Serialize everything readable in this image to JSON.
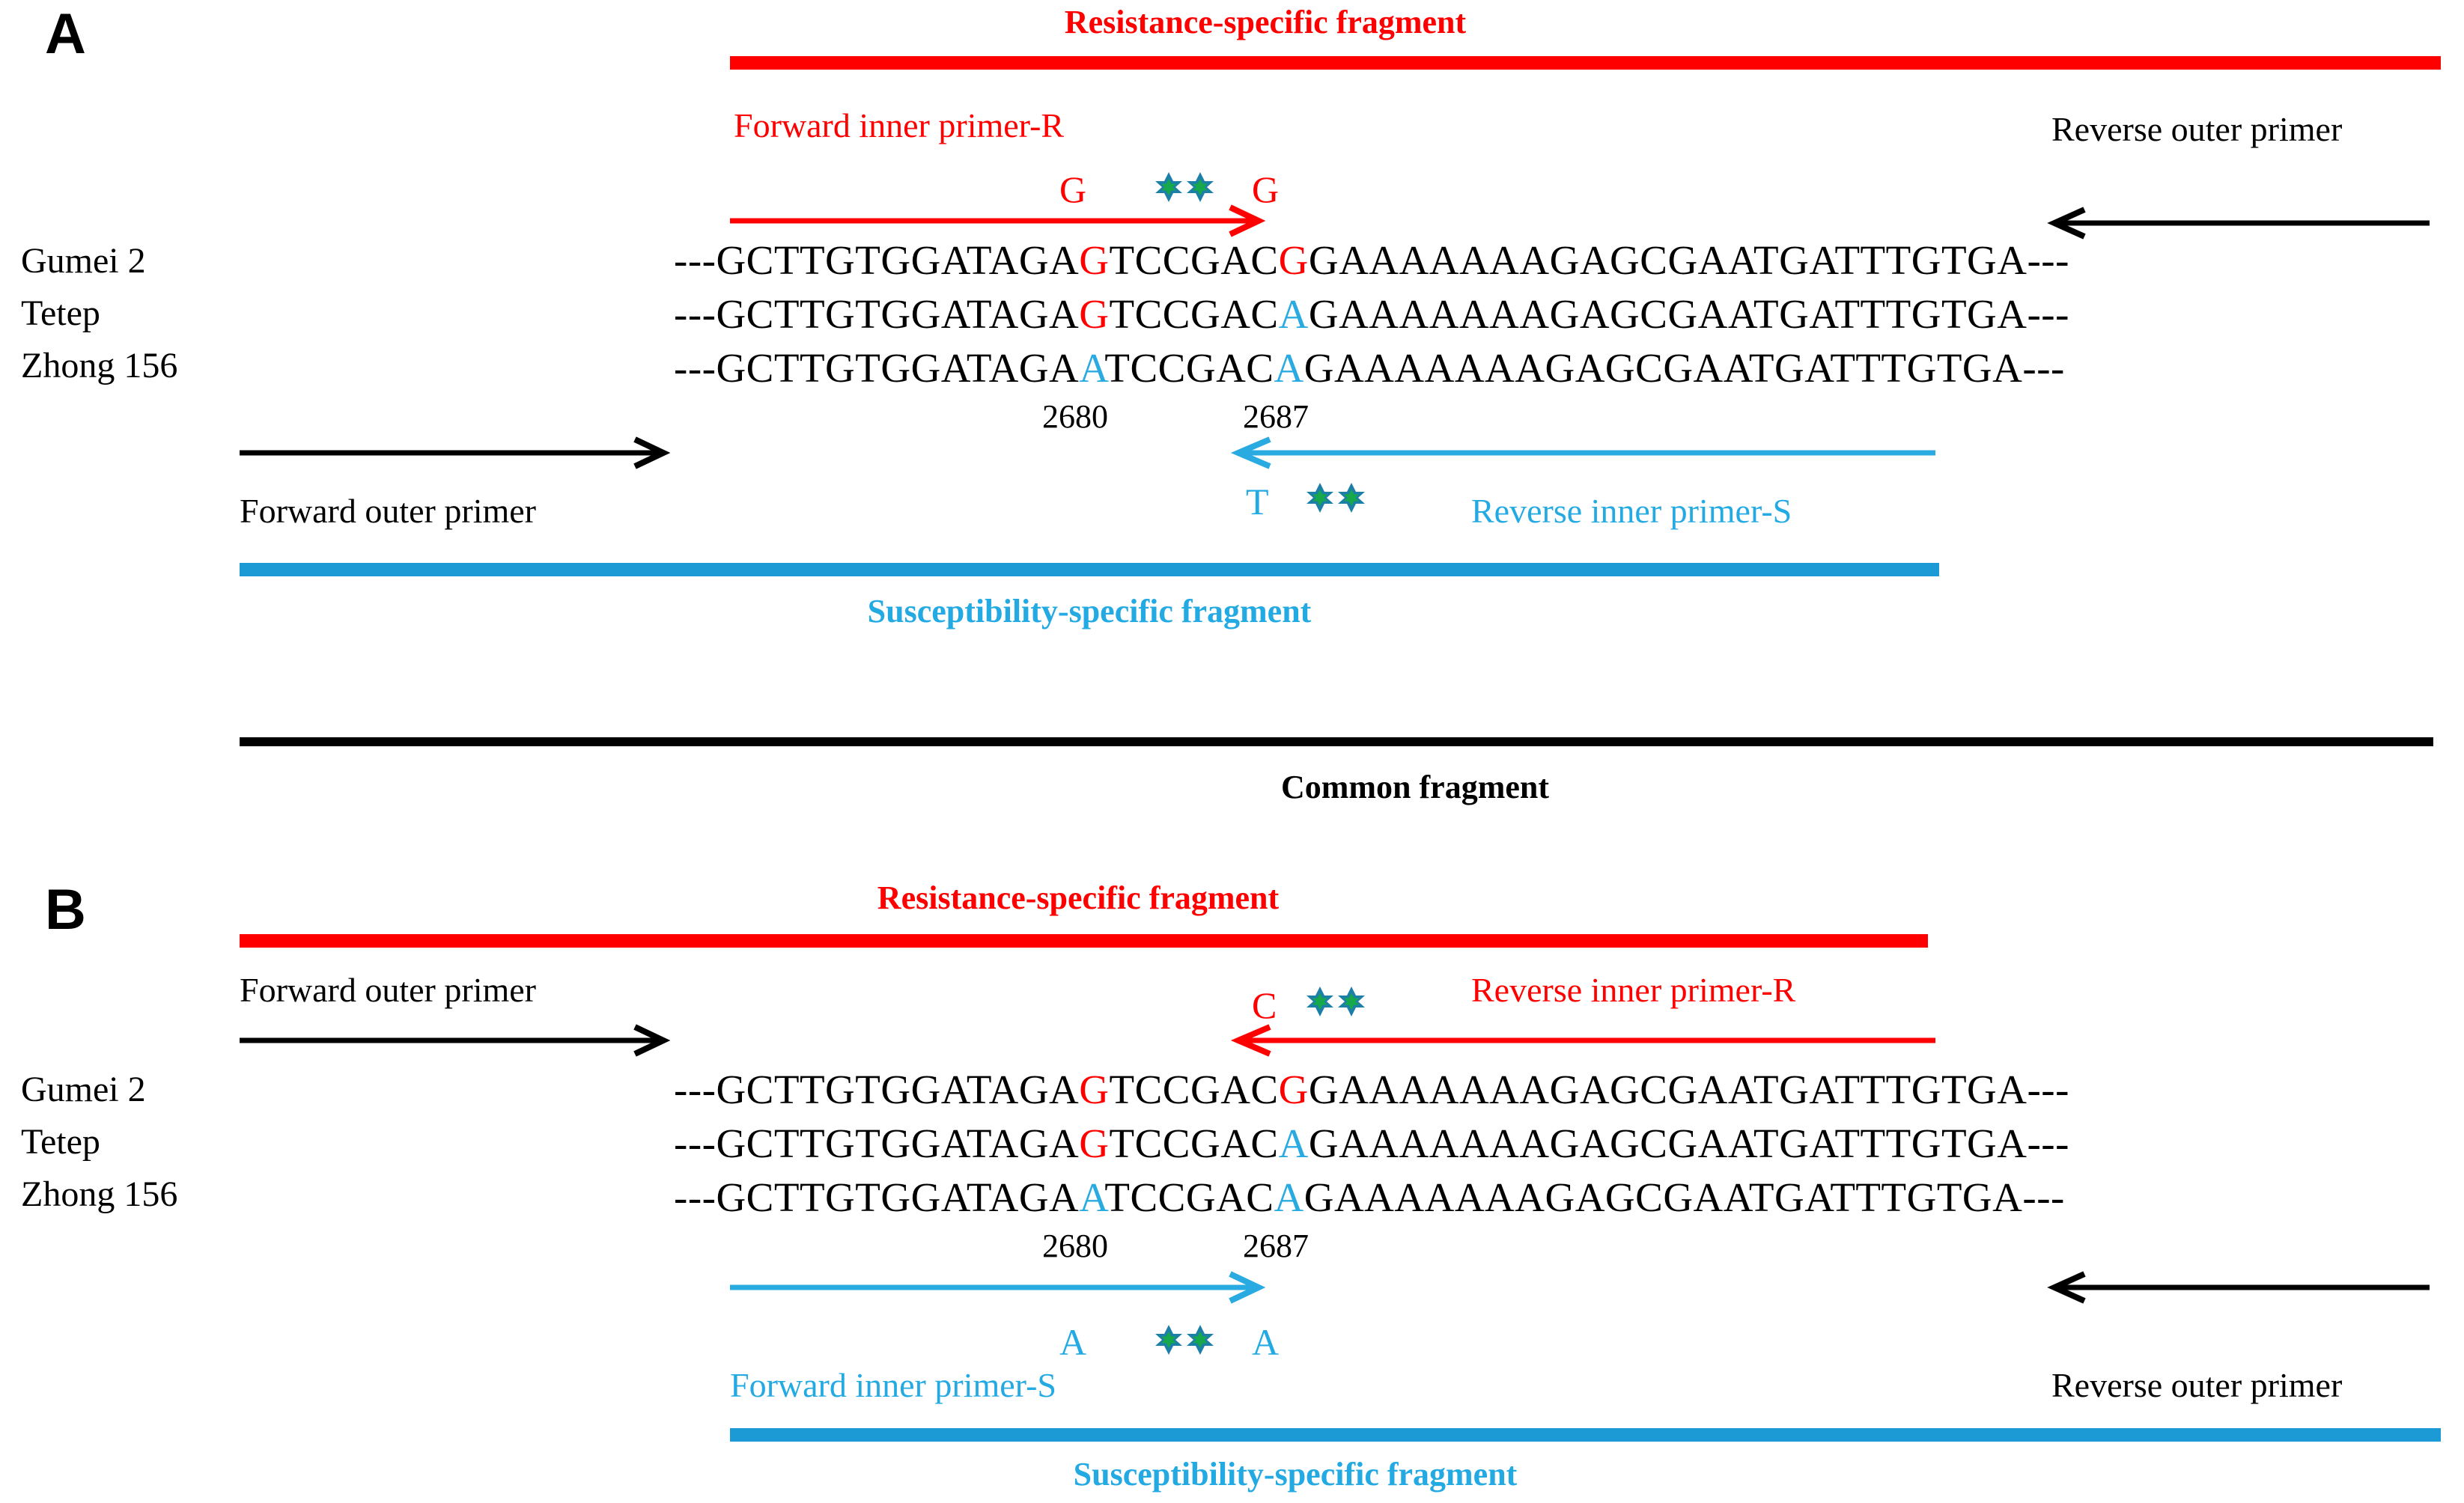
{
  "figure": {
    "type": "diagram",
    "description": "Schematic of allele-specific LAMP primer design at SNP positions 2680 and 2687",
    "colors": {
      "resistance_red": "#FF0000",
      "susceptibility_blue": "#1B9AD6",
      "susceptibility_text_blue": "#24AAE3",
      "common_black": "#000000",
      "star_outer": "#1B7FA8",
      "star_inner": "#16A84B"
    }
  },
  "panels": [
    {
      "letter": "A",
      "top_fragment_label": "Resistance-specific fragment",
      "bottom_fragment_label": "Susceptibility-specific fragment",
      "common_fragment_label": "Common fragment",
      "primers": {
        "forward_inner": "Forward inner primer-R",
        "reverse_outer": "Reverse outer primer",
        "forward_outer": "Forward outer primer",
        "reverse_inner": "Reverse  inner primer-S"
      },
      "mismatch_marks": {
        "top_left_base": "G",
        "top_right_base": "G",
        "bottom_left_base": "T",
        "top_star_count": 2,
        "bottom_star_count": 2
      },
      "alignment": {
        "names": [
          "Gumei 2",
          "Tetep",
          "Zhong 156"
        ],
        "rows": [
          {
            "prefix": "---GCTTGTGGATAGA",
            "snp2680": "G",
            "snp2680_class": "vR",
            "middle": "TCCGAC",
            "snp2687": "G",
            "snp2687_class": "vR",
            "suffix": "GAAAAAAAGAGCGAATGATTTGTGA---"
          },
          {
            "prefix": "---GCTTGTGGATAGA",
            "snp2680": "G",
            "snp2680_class": "vR",
            "middle": "TCCGAC",
            "snp2687": "A",
            "snp2687_class": "vS",
            "suffix": "GAAAAAAAGAGCGAATGATTTGTGA---"
          },
          {
            "prefix": "---GCTTGTGGATAGA",
            "snp2680": "A",
            "snp2680_class": "vS",
            "middle": "TCCGAC",
            "snp2687": "A",
            "snp2687_class": "vS",
            "suffix": "GAAAAAAAGAGCGAATGATTTGTGA---"
          }
        ],
        "coordinates": [
          "2680",
          "2687"
        ]
      }
    },
    {
      "letter": "B",
      "top_fragment_label": "Resistance-specific fragment",
      "bottom_fragment_label": "Susceptibility-specific fragment",
      "primers": {
        "forward_outer": "Forward outer primer",
        "reverse_inner": "Reverse  inner primer-R",
        "forward_inner": "Forward inner primer-S",
        "reverse_outer": "Reverse outer primer"
      },
      "mismatch_marks": {
        "top_left_base": "C",
        "bottom_left_base": "A",
        "bottom_right_base": "A",
        "top_star_count": 2,
        "bottom_star_count": 2
      },
      "alignment": {
        "names": [
          "Gumei 2",
          "Tetep",
          "Zhong 156"
        ],
        "rows": [
          {
            "prefix": "---GCTTGTGGATAGA",
            "snp2680": "G",
            "snp2680_class": "vR",
            "middle": "TCCGAC",
            "snp2687": "G",
            "snp2687_class": "vR",
            "suffix": "GAAAAAAAGAGCGAATGATTTGTGA---"
          },
          {
            "prefix": "---GCTTGTGGATAGA",
            "snp2680": "G",
            "snp2680_class": "vR",
            "middle": "TCCGAC",
            "snp2687": "A",
            "snp2687_class": "vS",
            "suffix": "GAAAAAAAGAGCGAATGATTTGTGA---"
          },
          {
            "prefix": "---GCTTGTGGATAGA",
            "snp2680": "A",
            "snp2680_class": "vS",
            "middle": "TCCGAC",
            "snp2687": "A",
            "snp2687_class": "vS",
            "suffix": "GAAAAAAAGAGCGAATGATTTGTGA---"
          }
        ],
        "coordinates": [
          "2680",
          "2687"
        ]
      }
    }
  ]
}
